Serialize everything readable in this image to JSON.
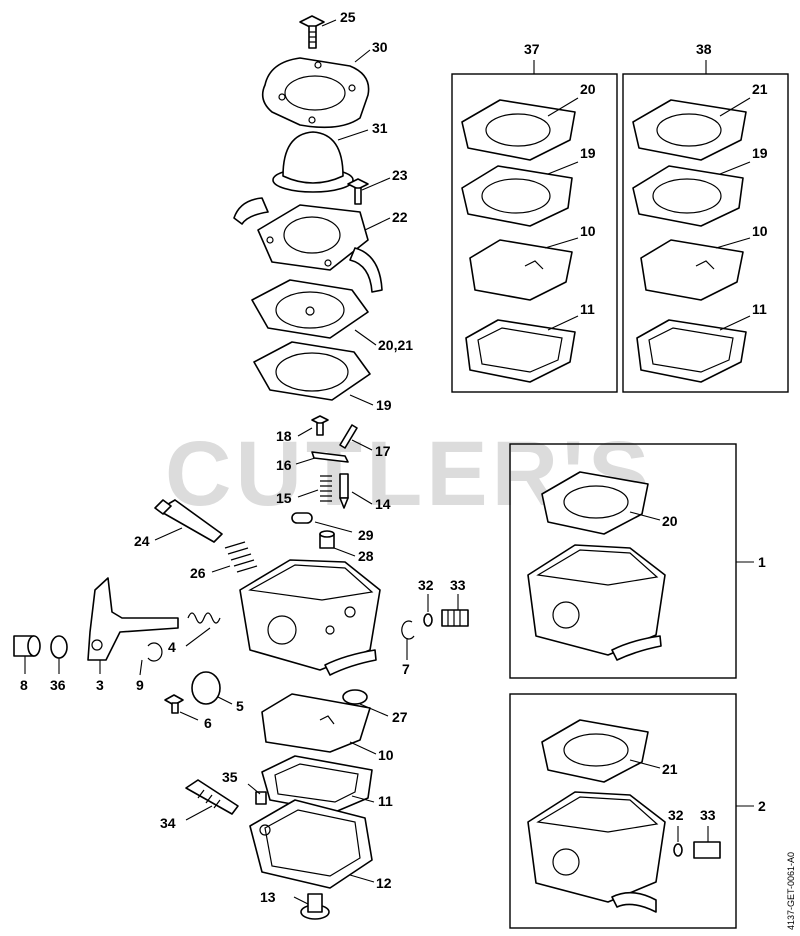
{
  "watermark": "CUTLER'S",
  "drawing_code": "4137-GET-0061-A0",
  "labels": {
    "p25": "25",
    "p30": "30",
    "p31": "31",
    "p23": "23",
    "p22": "22",
    "p20_21": "20,21",
    "p19": "19",
    "p18": "18",
    "p17": "17",
    "p16": "16",
    "p15": "15",
    "p14": "14",
    "p24": "24",
    "p29": "29",
    "p28": "28",
    "p26": "26",
    "p32": "32",
    "p33": "33",
    "p4": "4",
    "p7": "7",
    "p8": "8",
    "p36": "36",
    "p3": "3",
    "p9": "9",
    "p5": "5",
    "p6": "6",
    "p27": "27",
    "p10": "10",
    "p11": "11",
    "p35": "35",
    "p34": "34",
    "p12": "12",
    "p13": "13",
    "kit37": "37",
    "kit37_20": "20",
    "kit37_19": "19",
    "kit37_10": "10",
    "kit37_11": "11",
    "kit38": "38",
    "kit38_21": "21",
    "kit38_19": "19",
    "kit38_10": "10",
    "kit38_11": "11",
    "asm1": "1",
    "asm1_20": "20",
    "asm2": "2",
    "asm2_21": "21",
    "asm2_32": "32",
    "asm2_33": "33"
  }
}
